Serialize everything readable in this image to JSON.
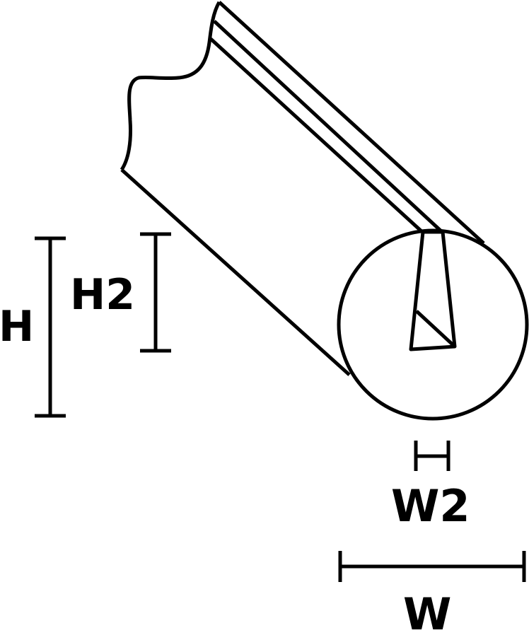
{
  "diagram": {
    "type": "technical-dimension-drawing",
    "subject": "cylindrical profile with trapezoidal slot",
    "colors": {
      "line": "#000000",
      "background": "#ffffff"
    },
    "dimensions": {
      "H": {
        "label": "H"
      },
      "H2": {
        "label": "H2"
      },
      "W": {
        "label": "W"
      },
      "W2": {
        "label": "W2"
      }
    }
  }
}
